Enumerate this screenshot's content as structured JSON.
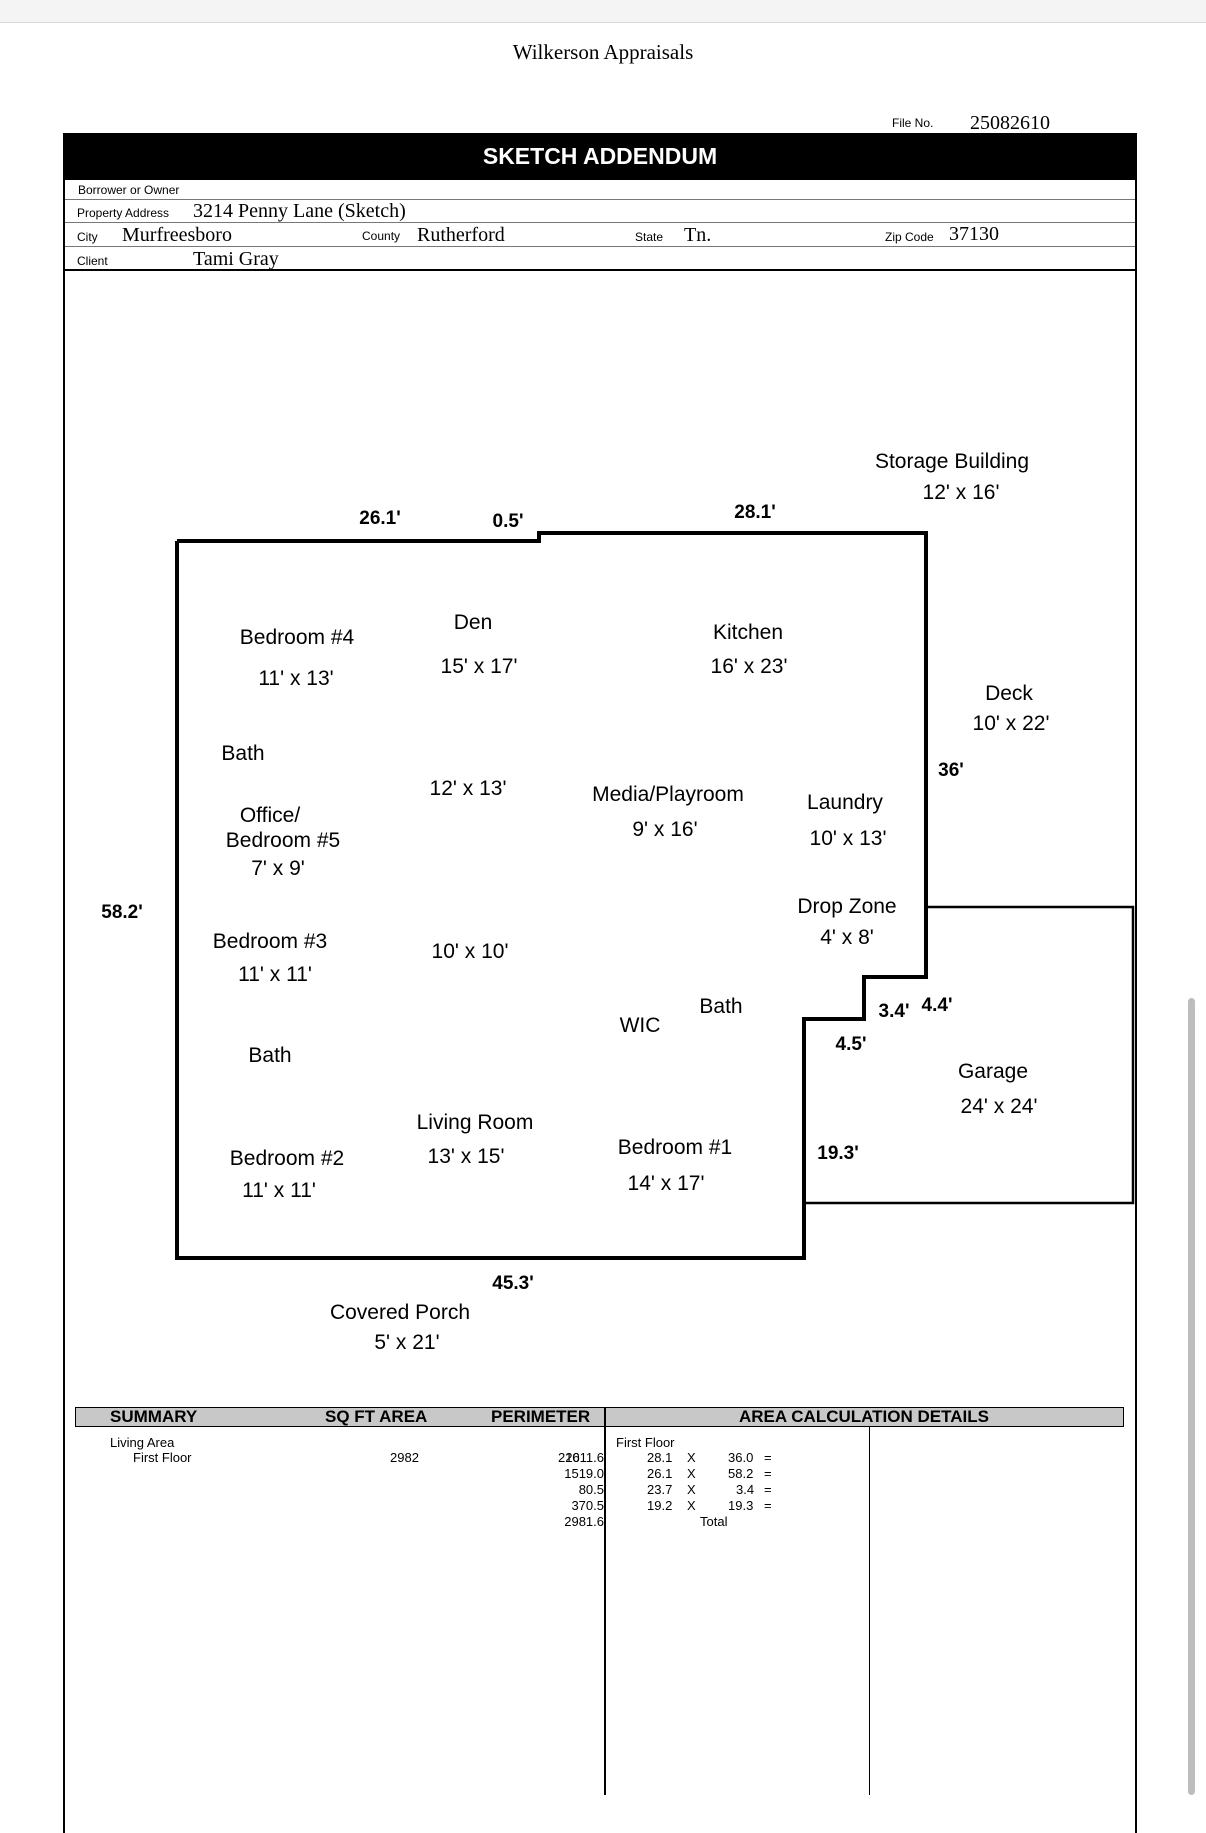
{
  "header": {
    "company": "Wilkerson Appraisals"
  },
  "file": {
    "label": "File No.",
    "value": "25082610"
  },
  "form": {
    "title": "SKETCH ADDENDUM",
    "borrower_label": "Borrower or Owner",
    "borrower_value": "",
    "property_address_label": "Property Address",
    "property_address_value": "3214 Penny Lane (Sketch)",
    "city_label": "City",
    "city_value": "Murfreesboro",
    "county_label": "County",
    "county_value": "Rutherford",
    "state_label": "State",
    "state_value": "Tn.",
    "zip_label": "Zip Code",
    "zip_value": "37130",
    "client_label": "Client",
    "client_value": "Tami Gray"
  },
  "sketch": {
    "rooms": {
      "storage_name": "Storage Building",
      "storage_size": "12' x 16'",
      "bedroom4_name": "Bedroom #4",
      "bedroom4_size": "11' x 13'",
      "den_name": "Den",
      "den_size": "15' x 17'",
      "kitchen_name": "Kitchen",
      "kitchen_size": "16' x 23'",
      "deck_name": "Deck",
      "deck_size": "10' x 22'",
      "bath1_name": "Bath",
      "unnamed1_size": "12' x 13'",
      "media_name": "Media/Playroom",
      "media_size": "9' x 16'",
      "laundry_name": "Laundry",
      "laundry_size": "10' x 13'",
      "office_name1": "Office/",
      "office_name2": "Bedroom #5",
      "office_size": "7' x 9'",
      "dropzone_name": "Drop Zone",
      "dropzone_size": "4' x 8'",
      "bedroom3_name": "Bedroom #3",
      "bedroom3_size": "11' x 11'",
      "unnamed2_size": "10' x 10'",
      "bath2_name": "Bath",
      "wic_name": "WIC",
      "bath3_name": "Bath",
      "garage_name": "Garage",
      "garage_size": "24' x 24'",
      "living_name": "Living Room",
      "living_size": "13' x 15'",
      "bedroom1_name": "Bedroom #1",
      "bedroom1_size": "14' x 17'",
      "bedroom2_name": "Bedroom #2",
      "bedroom2_size": "11' x 11'",
      "porch_name": "Covered Porch",
      "porch_size": "5' x 21'"
    },
    "dimensions": {
      "top_left": "26.1'",
      "top_step": "0.5'",
      "top_right": "28.1'",
      "right": "36'",
      "left": "58.2'",
      "step_a": "3.4'",
      "step_b": "4.4'",
      "step_c": "4.5'",
      "right_lower": "19.3'",
      "bottom": "45.3'"
    }
  },
  "summary": {
    "headers": {
      "summary": "SUMMARY",
      "sqft": "SQ FT AREA",
      "perimeter": "PERIMETER",
      "details": "AREA CALCULATION DETAILS"
    },
    "living_area_label": "Living Area",
    "floor_label": "First Floor",
    "sqft": "2982",
    "perimeter": "226",
    "details_floor": "First Floor",
    "calcs": [
      {
        "a": "28.1",
        "op": "X",
        "b": "36.0",
        "eq": "=",
        "r": "1011.6"
      },
      {
        "a": "26.1",
        "op": "X",
        "b": "58.2",
        "eq": "=",
        "r": "1519.0"
      },
      {
        "a": "23.7",
        "op": "X",
        "b": "3.4",
        "eq": "=",
        "r": "80.5"
      },
      {
        "a": "19.2",
        "op": "X",
        "b": "19.3",
        "eq": "=",
        "r": "370.5"
      }
    ],
    "total_label": "Total",
    "total_value": "2981.6"
  }
}
